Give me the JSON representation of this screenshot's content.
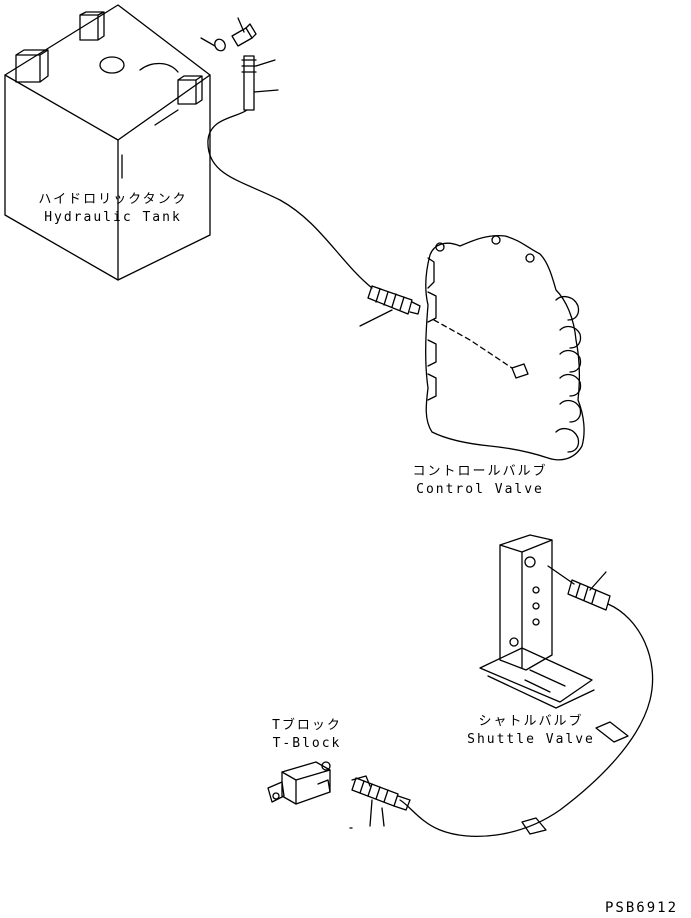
{
  "labels": {
    "hydraulic_tank": {
      "jp": "ハイドロリックタンク",
      "en": "Hydraulic Tank"
    },
    "control_valve": {
      "jp": "コントロールバルブ",
      "en": "Control Valve"
    },
    "shuttle_valve": {
      "jp": "シャトルバルブ",
      "en": "Shuttle Valve"
    },
    "t_block": {
      "jp": "Tブロック",
      "en": "T-Block"
    }
  },
  "drawing_code": "PSB6912",
  "colors": {
    "line": "#000000",
    "background": "#ffffff"
  }
}
